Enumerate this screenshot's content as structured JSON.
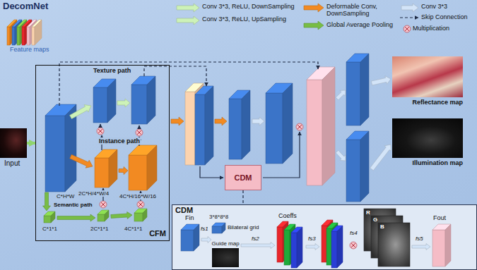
{
  "diagram": {
    "nodes": [
      {
        "text": [
          "DecomNet"
        ]
      },
      {
        "text": [
          "Input"
        ],
        "in": 0
      },
      {
        "text": [
          "CFM"
        ],
        "in": 0
      },
      {
        "text": [
          "CDM"
        ],
        "in": 0
      },
      {
        "text": [
          "Reflectance map"
        ],
        "in": 0
      },
      {
        "text": [
          "Illumination map"
        ],
        "in": 0
      },
      {
        "text": [
          "CDM"
        ],
        "in": 0
      },
      {
        "text": [
          "Guide map"
        ],
        "in": 6
      }
    ],
    "edges": [
      {
        "from": 1,
        "to": 2,
        "arrow": "to"
      },
      {
        "from": 3,
        "to": 6,
        "arrow": "none"
      }
    ],
    "labels": [
      "Feature maps",
      "Texture path",
      "Instance path",
      "C*H*W",
      "2C*H/4*W/4",
      "4C*H/16*W/16",
      "Semantic path",
      "C*1*1",
      "2C*1*1",
      "4C*1*1",
      "Fin",
      "fs1",
      "3*8*8*8",
      "Bilateral grid",
      "fs2",
      "Coeffs",
      "fs3",
      "fs4",
      "R",
      "G",
      "B",
      "fs5",
      "Fout"
    ],
    "legend": [
      {
        "text": "Conv 3*3, ReLU, DownSampling"
      },
      {
        "text": "Deformable Conv, DownSampling"
      },
      {
        "text": "Conv 3*3"
      },
      {
        "text": "Conv 3*3, ReLU, UpSampling"
      },
      {
        "text": "Global Average Pooling"
      },
      {
        "text": "Multiplication"
      },
      {
        "text": "Skip Connection"
      }
    ]
  }
}
